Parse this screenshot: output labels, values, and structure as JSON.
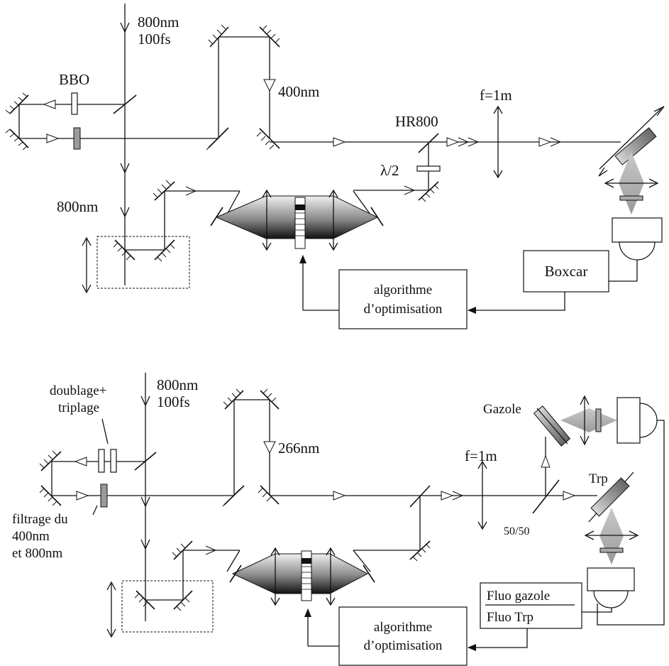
{
  "top": {
    "input_pulse": [
      "800nm",
      "100fs"
    ],
    "bbo": "BBO",
    "uv_400": "400nm",
    "ir_800": "800nm",
    "hr800": "HR800",
    "half_wave": "λ/2",
    "lens": "f=1m",
    "optimizer": [
      "algorithme",
      "d’optimisation"
    ],
    "detector_box": "Boxcar"
  },
  "bottom": {
    "input_pulse": [
      "800nm",
      "100fs"
    ],
    "crystals": [
      "doublage+",
      "triplage"
    ],
    "filter": [
      "filtrage du",
      "400nm",
      "et 800nm"
    ],
    "uv_266": "266nm",
    "lens": "f=1m",
    "splitter": "50/50",
    "sample_a": "Gazole",
    "sample_b": "Trp",
    "ratio_num": "Fluo gazole",
    "ratio_den": "Fluo Trp",
    "optimizer": [
      "algorithme",
      "d’optimisation"
    ]
  }
}
